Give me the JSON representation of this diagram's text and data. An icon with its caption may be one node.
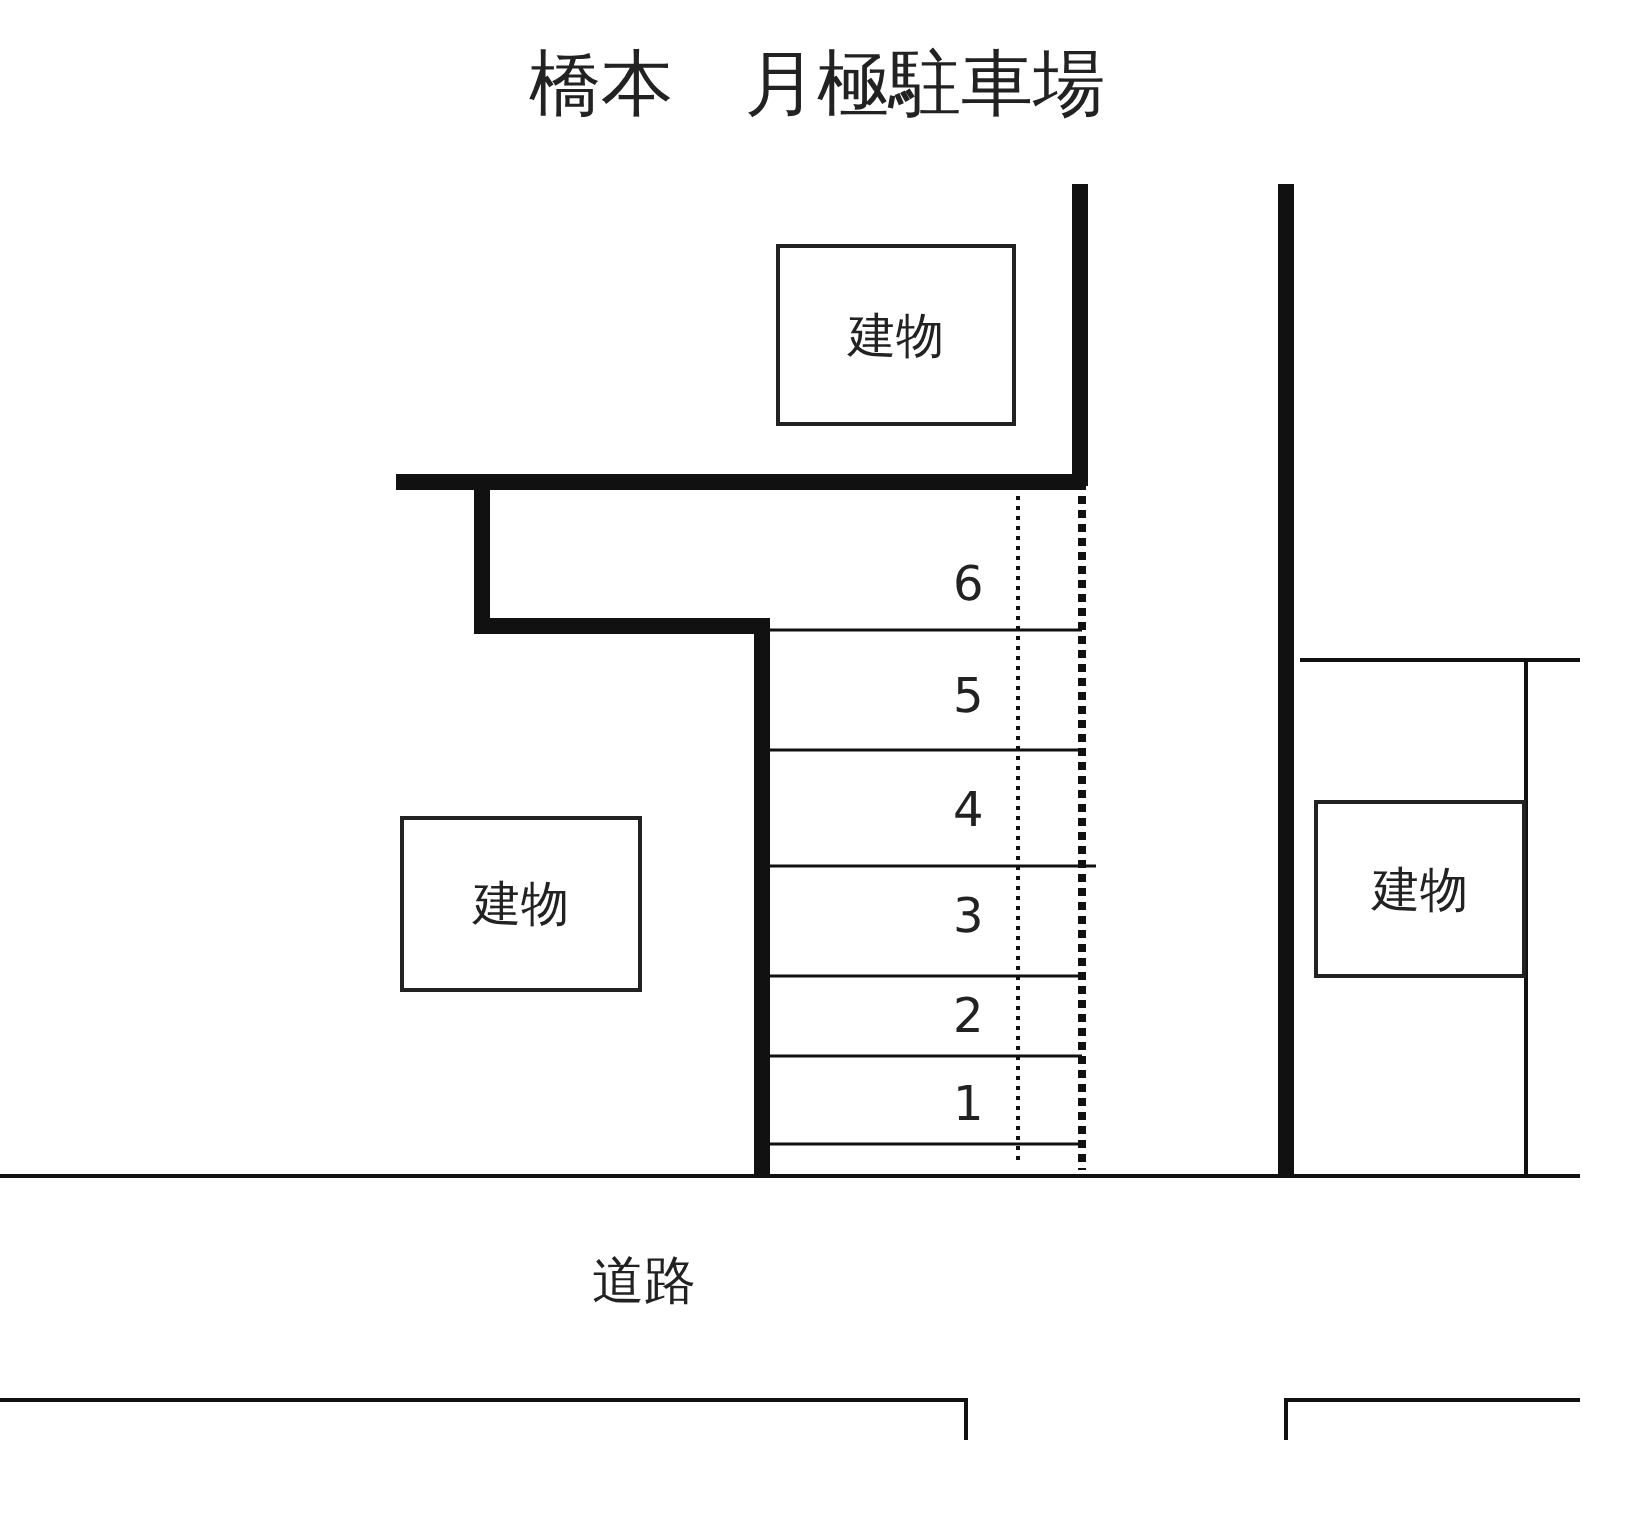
{
  "diagram": {
    "title": "橋本　月極駐車場",
    "nodes": [
      {
        "text": [
          "建物"
        ]
      },
      {
        "text": [
          "建物"
        ]
      },
      {
        "text": [
          "建物"
        ]
      }
    ],
    "labels": [
      "6",
      "5",
      "4",
      "3",
      "2",
      "1",
      "道路"
    ]
  }
}
